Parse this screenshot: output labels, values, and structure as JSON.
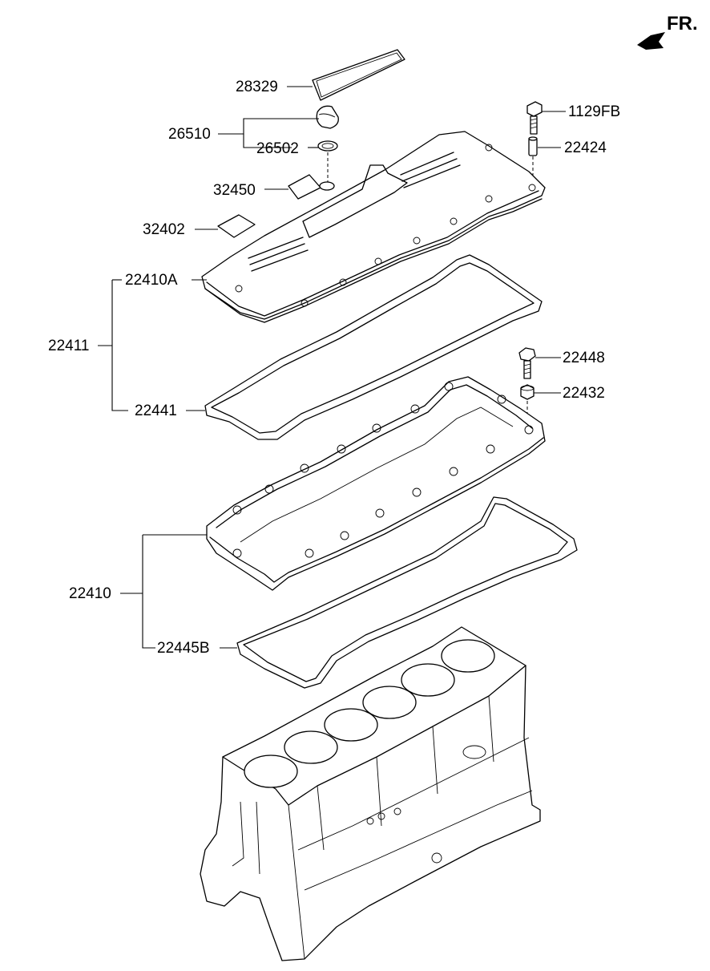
{
  "orientation": {
    "label": "FR."
  },
  "callouts": [
    {
      "id": "28329",
      "text": "28329"
    },
    {
      "id": "26510",
      "text": "26510"
    },
    {
      "id": "26502",
      "text": "26502"
    },
    {
      "id": "32450",
      "text": "32450"
    },
    {
      "id": "32402",
      "text": "32402"
    },
    {
      "id": "22410A",
      "text": "22410A"
    },
    {
      "id": "22411",
      "text": "22411"
    },
    {
      "id": "22441",
      "text": "22441"
    },
    {
      "id": "22410",
      "text": "22410"
    },
    {
      "id": "22445B",
      "text": "22445B"
    },
    {
      "id": "1129FB",
      "text": "1129FB"
    },
    {
      "id": "22424",
      "text": "22424"
    },
    {
      "id": "22448",
      "text": "22448"
    },
    {
      "id": "22432",
      "text": "22432"
    }
  ]
}
